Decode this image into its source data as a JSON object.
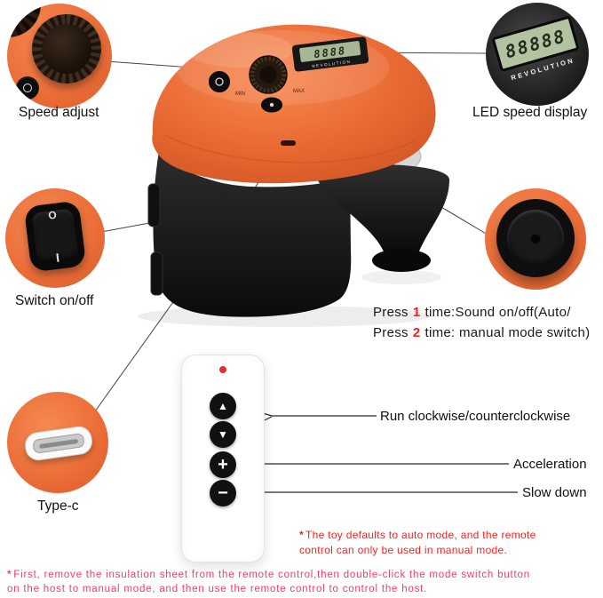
{
  "colors": {
    "accent_orange": "#ec6f3a",
    "device_black": "#141414",
    "lcd_green": "#b3c2a0",
    "note_red": "#f52020",
    "note_pink": "#f43b6c",
    "remote_led_red": "#e03131"
  },
  "callouts": {
    "speed_adjust": {
      "label": "Speed adjust"
    },
    "led_display": {
      "label": "LED speed display",
      "digits": "88888",
      "caption": "REVOLUTION"
    },
    "power_switch": {
      "label": "Switch on/off",
      "mark_top": "O",
      "mark_bottom": "I"
    },
    "type_c": {
      "label": "Type-c"
    }
  },
  "mode_note": {
    "line1": {
      "pre": "Press",
      "num": "1",
      "mid": "time:",
      "rest": "Sound on/off(Auto/"
    },
    "line2": {
      "pre": "Press",
      "num": "2",
      "mid": "time:",
      "rest": " manual mode switch)"
    }
  },
  "device": {
    "digits": "8888",
    "caption": "REVOLUTION",
    "min": "MIN",
    "max": "MAX"
  },
  "remote": {
    "buttons": [
      {
        "name": "up",
        "glyph": "▲"
      },
      {
        "name": "down",
        "glyph": "▼"
      },
      {
        "name": "plus",
        "glyph": "+"
      },
      {
        "name": "minus",
        "glyph": "−"
      }
    ],
    "labels": {
      "run": "Run clockwise/counterclockwise",
      "accelerate": "Acceleration",
      "slow": "Slow down"
    }
  },
  "footnotes": {
    "auto_mode": {
      "mark": "*",
      "line1": "The toy defaults to auto mode, and the remote",
      "line2": "control can only be used in manual mode."
    },
    "setup": {
      "mark": "*",
      "line1": "First, remove the insulation sheet from the remote control,then double-click the mode switch button",
      "line2": "on the host to manual mode, and then use the remote control to control the host."
    }
  }
}
